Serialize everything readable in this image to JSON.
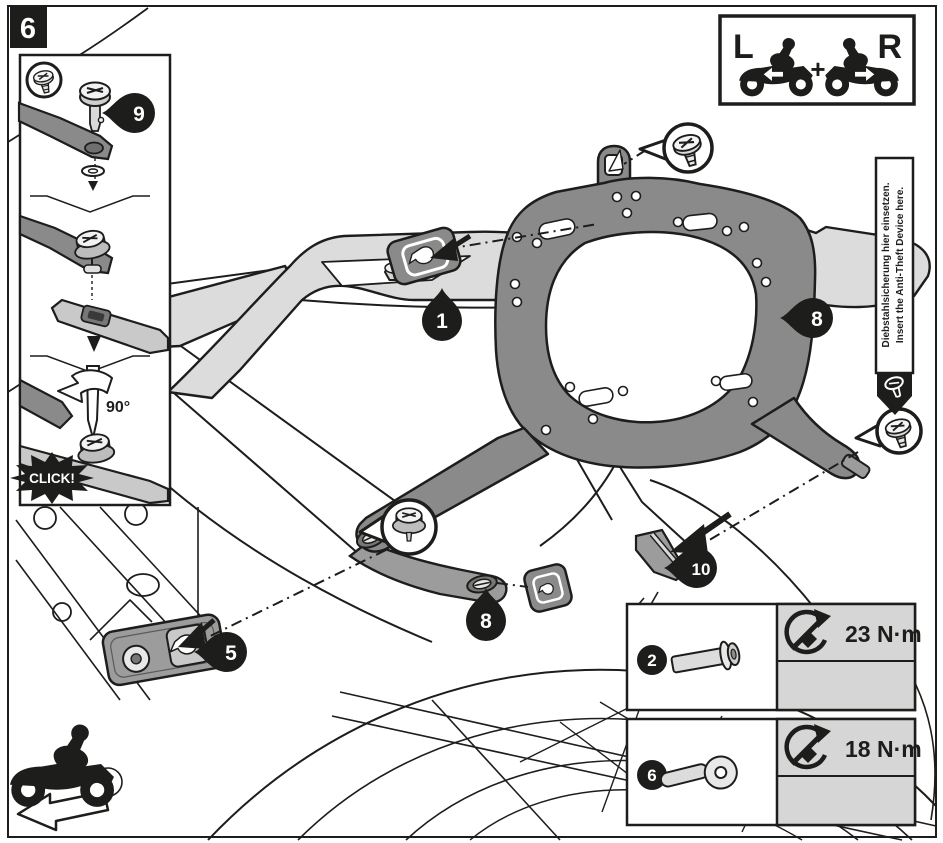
{
  "step": {
    "number": "6"
  },
  "orientation": {
    "left": "L",
    "plus": "+",
    "right": "R"
  },
  "inset": {
    "callout": "9",
    "rotation": "90°",
    "click": "CLICK!"
  },
  "callouts": {
    "bracket": "1",
    "adapter": "5",
    "carrier": "8",
    "strap": "8",
    "anti_theft": "10"
  },
  "banner": {
    "german": "Diebstahlsicherung hier einsetzen.",
    "english": "Insert the Anti-Theft Device here."
  },
  "torque_specs": [
    {
      "item": "2",
      "torque": "23 N·m"
    },
    {
      "item": "6",
      "torque": "18 N·m"
    }
  ],
  "icons": {
    "balloon": "detail-balloon",
    "screw": "pan-head-screw",
    "fastener": "quick-lock-fastener",
    "torque": "torque-wrench-icon",
    "motorcycle": "motorcycle-silhouette",
    "click": "click-starburst"
  },
  "colors": {
    "ink": "#1d1d1b",
    "carrier_gray": "#8a8a8a",
    "rail_gray": "#dcdcdc",
    "strap_gray": "#9c9c9c",
    "light_strap_gray": "#c9c9c9",
    "cell_gray": "#d6d6d6",
    "white": "#ffffff"
  }
}
